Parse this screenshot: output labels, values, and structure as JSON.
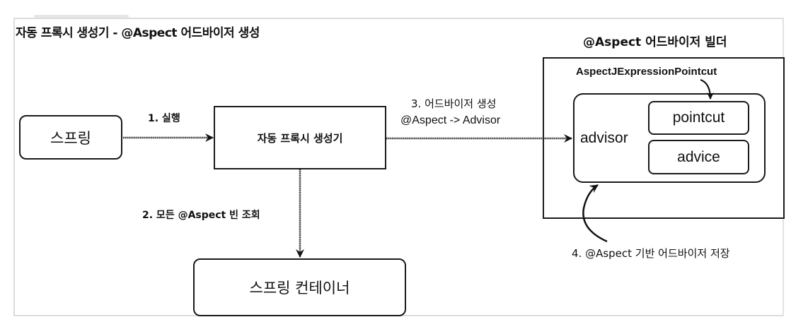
{
  "title": "자동 프록시 생성기 - @Aspect 어드바이저 생성",
  "nodes": {
    "spring": "스프링",
    "auto_proxy_creator": "자동 프록시 생성기",
    "spring_container": "스프링 컨테이너",
    "builder_title": "@Aspect 어드바이저 빌더",
    "pointcut_class": "AspectJExpressionPointcut",
    "advisor": "advisor",
    "pointcut": "pointcut",
    "advice": "advice"
  },
  "edges": {
    "step1": "1. 실행",
    "step2": "2. 모든 @Aspect 빈 조회",
    "step3_line1": "3. 어드바이저 생성",
    "step3_line2": "@Aspect -> Advisor",
    "step4": "4. @Aspect 기반 어드바이저 저장"
  }
}
